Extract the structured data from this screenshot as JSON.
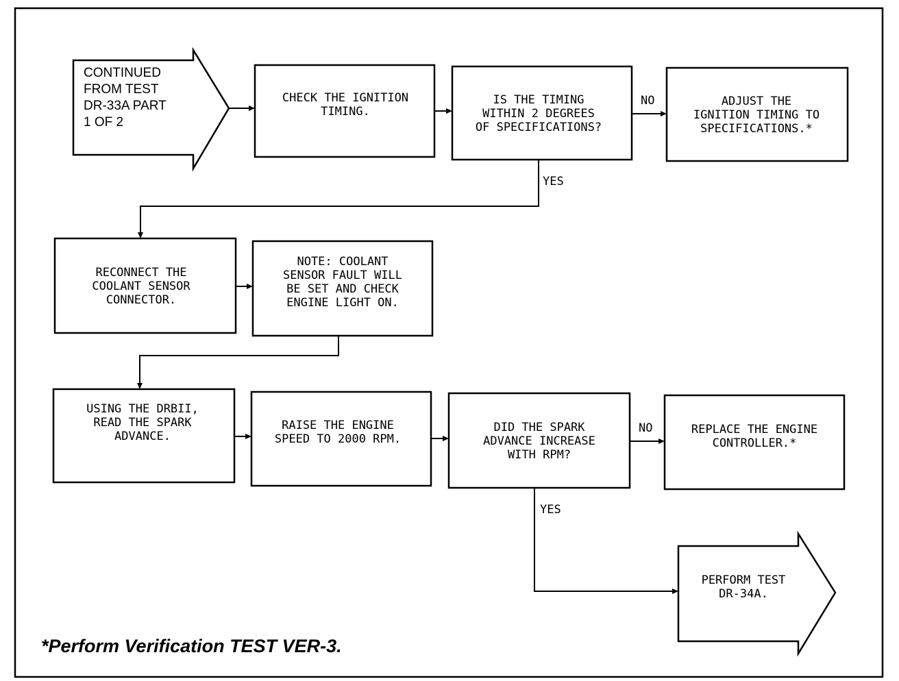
{
  "nodes": [
    {
      "id": "start",
      "lines": [
        "CONTINUED",
        "FROM TEST",
        "DR-33A PART",
        "1 OF 2"
      ]
    },
    {
      "id": "check-timing",
      "lines": [
        "CHECK THE IGNITION",
        "TIMING."
      ]
    },
    {
      "id": "timing-question",
      "lines": [
        "IS THE TIMING",
        "WITHIN 2 DEGREES",
        "OF SPECIFICATIONS?"
      ]
    },
    {
      "id": "adjust-timing",
      "lines": [
        "ADJUST THE",
        "IGNITION TIMING TO",
        "SPECIFICATIONS.*"
      ]
    },
    {
      "id": "reconnect",
      "lines": [
        "RECONNECT THE",
        "COOLANT SENSOR",
        "CONNECTOR."
      ]
    },
    {
      "id": "note",
      "lines": [
        "NOTE: COOLANT",
        "SENSOR FAULT WILL",
        "BE SET AND CHECK",
        "ENGINE LIGHT ON."
      ]
    },
    {
      "id": "read-spark",
      "lines": [
        "USING THE DRBII,",
        "READ THE SPARK",
        "ADVANCE."
      ]
    },
    {
      "id": "raise-speed",
      "lines": [
        "RAISE THE ENGINE",
        "SPEED TO 2000 RPM."
      ]
    },
    {
      "id": "spark-question",
      "lines": [
        "DID THE SPARK",
        "ADVANCE INCREASE",
        "WITH RPM?"
      ]
    },
    {
      "id": "replace-controller",
      "lines": [
        "REPLACE THE ENGINE",
        "CONTROLLER.*"
      ]
    },
    {
      "id": "end",
      "lines": [
        "PERFORM TEST",
        "DR-34A."
      ]
    }
  ],
  "labels": {
    "no1": "NO",
    "yes1": "YES",
    "no2": "NO",
    "yes2": "YES"
  },
  "footnote": "*Perform Verification TEST VER-3."
}
